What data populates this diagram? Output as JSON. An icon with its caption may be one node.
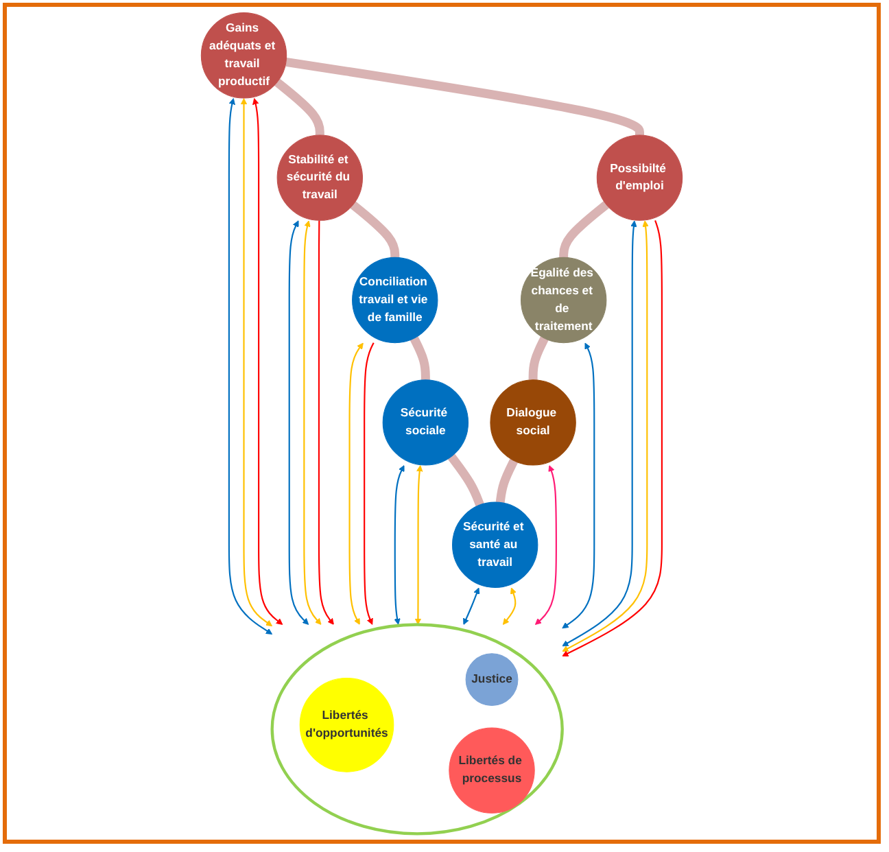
{
  "diagram": {
    "nodes": [
      {
        "text": [
          "Gains adéquats et travail productif"
        ]
      },
      {
        "text": [
          "Stabilité et sécurité du travail"
        ]
      },
      {
        "text": [
          "Conciliation travail et vie de famille"
        ]
      },
      {
        "text": [
          "Sécurité sociale"
        ]
      },
      {
        "text": [
          "Sécurité et santé au travail"
        ]
      },
      {
        "text": [
          "Dialogue social"
        ]
      },
      {
        "text": [
          "Egalité des chances et de traitement"
        ]
      },
      {
        "text": [
          "Possibilté d'emploi"
        ]
      },
      {
        "text": [],
        "shape": "circle"
      },
      {
        "text": [
          "Libertés d'opportunités"
        ],
        "in": 8
      },
      {
        "text": [
          "Justice"
        ],
        "in": 8
      },
      {
        "text": [
          "Libertés de processus"
        ],
        "in": 8
      }
    ],
    "edges": [
      {
        "from": 0,
        "to": 8,
        "arrow": "both",
        "color": "#0070c0"
      },
      {
        "from": 0,
        "to": 8,
        "arrow": "both",
        "color": "#ffc000"
      },
      {
        "from": 0,
        "to": 8,
        "arrow": "both",
        "color": "#ff0000"
      },
      {
        "from": 1,
        "to": 8,
        "arrow": "both",
        "color": "#0070c0"
      },
      {
        "from": 1,
        "to": 8,
        "arrow": "both",
        "color": "#ffc000"
      },
      {
        "from": 1,
        "to": 8,
        "arrow": "to",
        "color": "#ff0000"
      },
      {
        "from": 2,
        "to": 8,
        "arrow": "both",
        "color": "#ffc000"
      },
      {
        "from": 2,
        "to": 8,
        "arrow": "to",
        "color": "#ff0000"
      },
      {
        "from": 3,
        "to": 8,
        "arrow": "both",
        "color": "#0070c0"
      },
      {
        "from": 3,
        "to": 8,
        "arrow": "both",
        "color": "#ffc000"
      },
      {
        "from": 4,
        "to": 8,
        "arrow": "both",
        "color": "#0070c0"
      },
      {
        "from": 4,
        "to": 8,
        "arrow": "both",
        "color": "#ffc000"
      },
      {
        "from": 5,
        "to": 8,
        "arrow": "both",
        "color": "#ff1a75"
      },
      {
        "from": 6,
        "to": 8,
        "arrow": "both",
        "color": "#0070c0"
      },
      {
        "from": 7,
        "to": 8,
        "arrow": "both",
        "color": "#0070c0"
      },
      {
        "from": 7,
        "to": 8,
        "arrow": "both",
        "color": "#ffc000"
      },
      {
        "from": 7,
        "to": 8,
        "arrow": "to",
        "color": "#ff0000"
      },
      {
        "from": 0,
        "to": 1,
        "arrow": "none",
        "style": "thick",
        "color": "#d9b3b3"
      },
      {
        "from": 1,
        "to": 2,
        "arrow": "none",
        "style": "thick",
        "color": "#d9b3b3"
      },
      {
        "from": 2,
        "to": 3,
        "arrow": "none",
        "style": "thick",
        "color": "#d9b3b3"
      },
      {
        "from": 3,
        "to": 4,
        "arrow": "none",
        "style": "thick",
        "color": "#d9b3b3"
      },
      {
        "from": 4,
        "to": 5,
        "arrow": "none",
        "style": "thick",
        "color": "#d9b3b3"
      },
      {
        "from": 5,
        "to": 6,
        "arrow": "none",
        "style": "thick",
        "color": "#d9b3b3"
      },
      {
        "from": 6,
        "to": 7,
        "arrow": "none",
        "style": "thick",
        "color": "#d9b3b3"
      },
      {
        "from": 7,
        "to": 0,
        "arrow": "none",
        "style": "thick",
        "color": "#d9b3b3"
      }
    ]
  }
}
